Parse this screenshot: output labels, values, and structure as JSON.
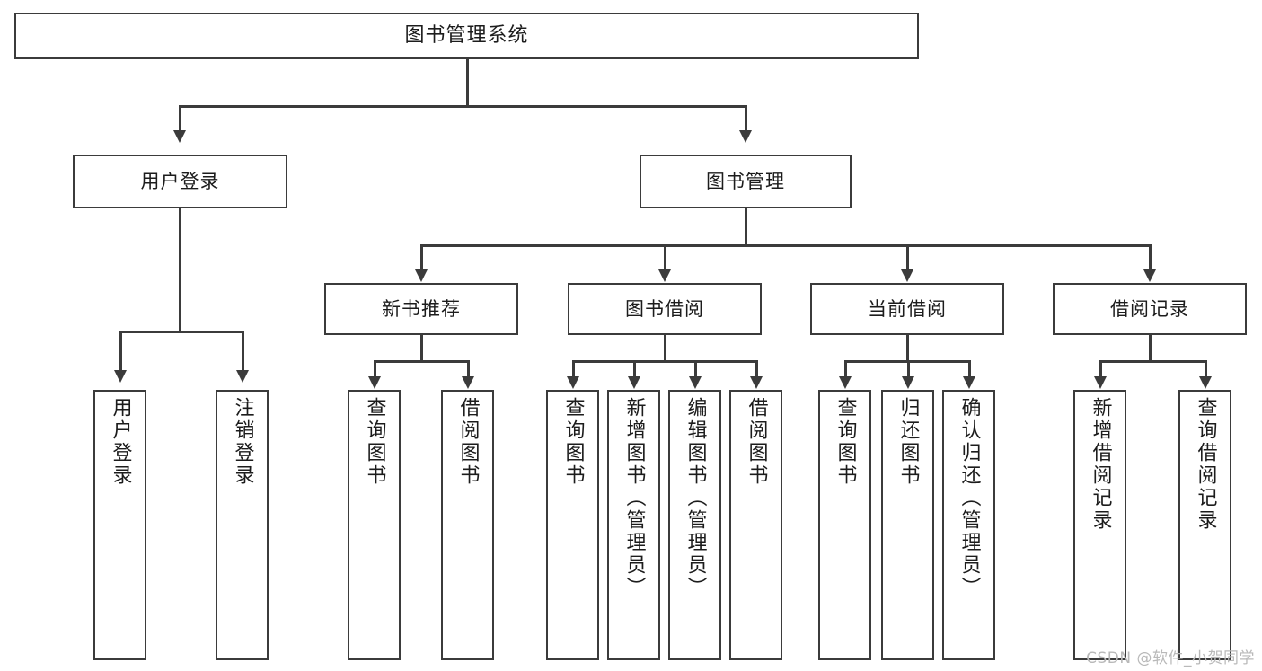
{
  "diagram": {
    "type": "tree",
    "title": "图书管理系统",
    "root": {
      "label": "图书管理系统"
    },
    "level2": [
      {
        "label": "用户登录"
      },
      {
        "label": "图书管理"
      }
    ],
    "level3": [
      {
        "label": "新书推荐"
      },
      {
        "label": "图书借阅"
      },
      {
        "label": "当前借阅"
      },
      {
        "label": "借阅记录"
      }
    ],
    "leaves": {
      "user_login": [
        {
          "label": "用户登录"
        },
        {
          "label": "注销登录"
        }
      ],
      "new_book_recommend": [
        {
          "label": "查询图书"
        },
        {
          "label": "借阅图书"
        }
      ],
      "book_borrow": [
        {
          "label": "查询图书"
        },
        {
          "label": "新增图书（管理员）"
        },
        {
          "label": "编辑图书（管理员）"
        },
        {
          "label": "借阅图书"
        }
      ],
      "current_borrow": [
        {
          "label": "查询图书"
        },
        {
          "label": "归还图书"
        },
        {
          "label": "确认归还（管理员）"
        }
      ],
      "borrow_record": [
        {
          "label": "新增借阅记录"
        },
        {
          "label": "查询借阅记录"
        }
      ]
    }
  },
  "watermark": {
    "text": "CSDN @软件_小贺同学"
  },
  "colors": {
    "stroke": "#3b3b3b",
    "text": "#1c1c1c",
    "background": "#ffffff",
    "watermark": "#b9b9b9"
  }
}
